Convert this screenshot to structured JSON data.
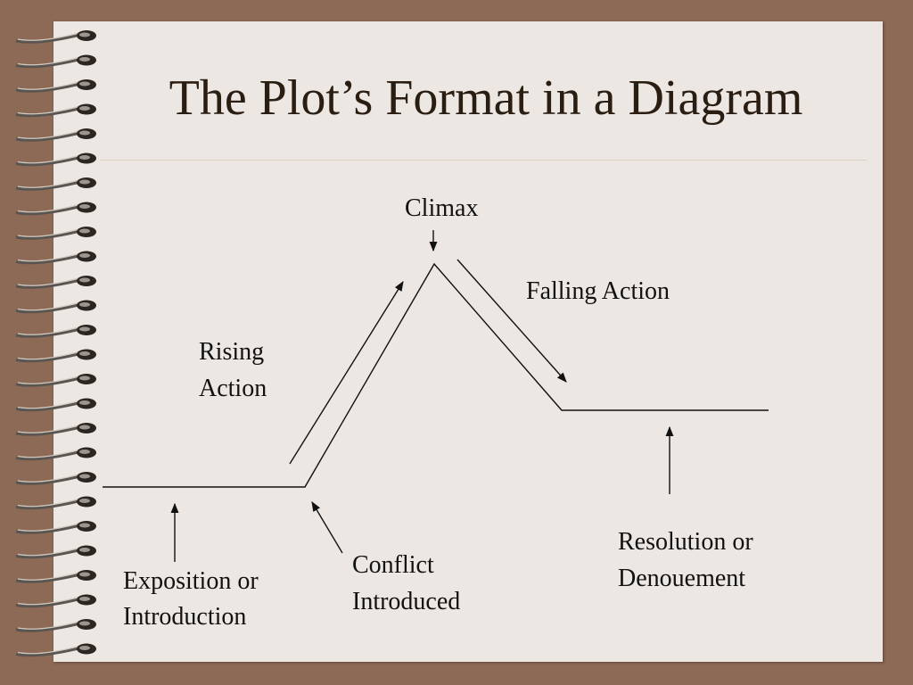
{
  "title": "The Plot’s Format in a Diagram",
  "labels": {
    "climax": "Climax",
    "falling_action": "Falling Action",
    "rising_action_1": "Rising",
    "rising_action_2": "Action",
    "exposition_1": "Exposition or",
    "exposition_2": "Introduction",
    "conflict_1": "Conflict",
    "conflict_2": "Introduced",
    "resolution_1": "Resolution or",
    "resolution_2": "Denouement"
  },
  "colors": {
    "background": "#8c6a55",
    "paper": "#ece7e3",
    "text": "#111111",
    "title": "#2a1d12"
  },
  "icons": [
    "spiral-binding-icon"
  ]
}
